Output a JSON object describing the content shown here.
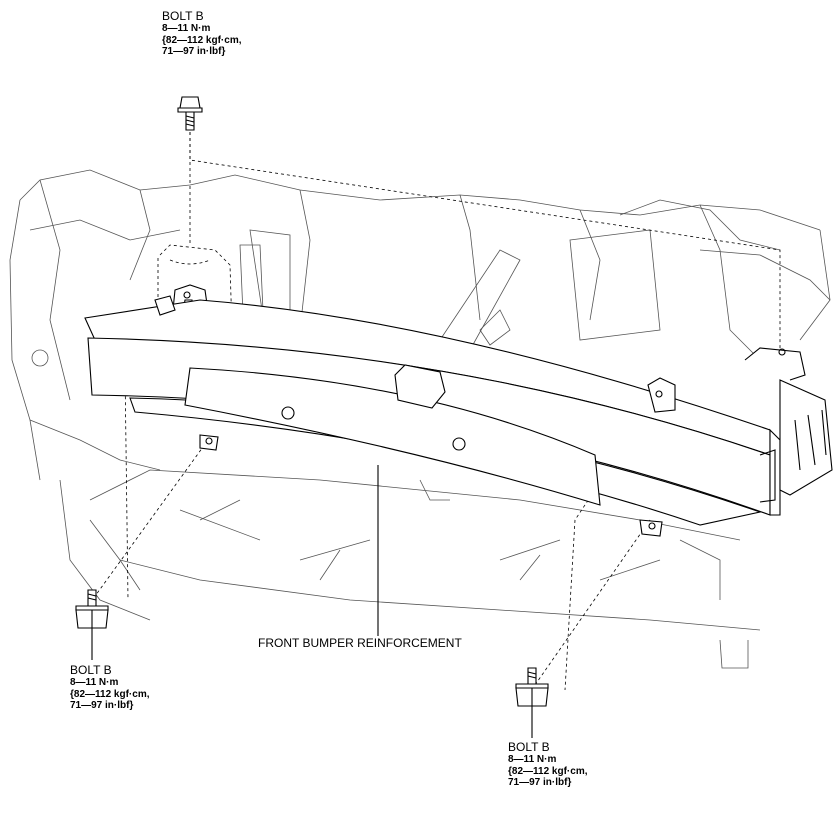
{
  "callouts": [
    {
      "id": "bolt-top-left",
      "title": "BOLT B",
      "torque_nm": "8—11 N·m",
      "torque_kgf": "{82—112 kgf·cm,",
      "torque_inlbf": "71—97 in·lbf}"
    },
    {
      "id": "bolt-bottom-left",
      "title": "BOLT B",
      "torque_nm": "8—11 N·m",
      "torque_kgf": "{82—112 kgf·cm,",
      "torque_inlbf": "71—97 in·lbf}"
    },
    {
      "id": "bolt-bottom-right",
      "title": "BOLT B",
      "torque_nm": "8—11 N·m",
      "torque_kgf": "{82—112 kgf·cm,",
      "torque_inlbf": "71—97 in·lbf}"
    }
  ],
  "part_label": "FRONT BUMPER REINFORCEMENT"
}
